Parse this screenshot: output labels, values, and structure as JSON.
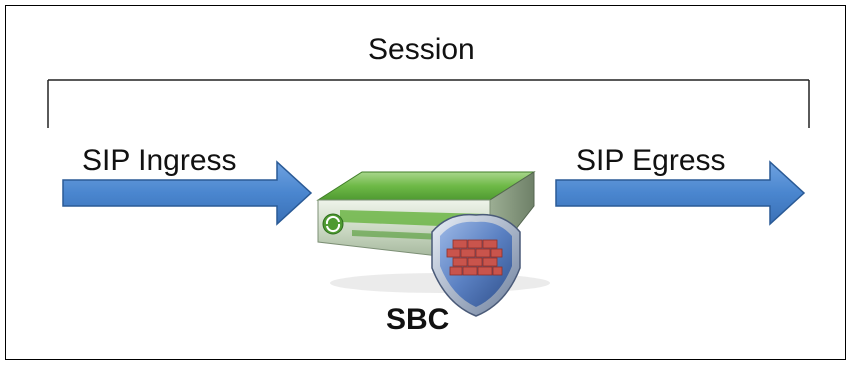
{
  "session": {
    "label": "Session"
  },
  "ingress": {
    "label": "SIP Ingress"
  },
  "egress": {
    "label": "SIP Egress"
  },
  "device": {
    "label": "SBC",
    "icon": "sbc-router-firewall-icon"
  },
  "colors": {
    "arrow_fill": "#4a86cf",
    "arrow_stroke": "#2a5a96",
    "device_green": "#5fae3a",
    "device_body": "#d7e3d0",
    "shield_blue": "#4f77b8",
    "brick_red": "#c9544c"
  }
}
